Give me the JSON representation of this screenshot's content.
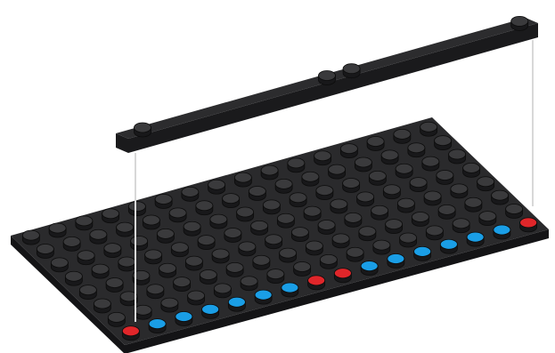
{
  "colors": {
    "background": "#ffffff",
    "plate_top": "#2a2a2c",
    "plate_side": "#141416",
    "stud_top": "#3a3a3c",
    "stud_side": "#18181a",
    "stud_outline": "#0c0c0c",
    "beam_top": "#2c2c2e",
    "beam_side": "#1a1a1c",
    "connector_line": "#d8d8d8",
    "marker_red": "#e0262a",
    "marker_blue": "#1a9ee6"
  },
  "plate": {
    "columns": 16,
    "rows": 8,
    "front_row_markers": [
      "red",
      "blue",
      "blue",
      "blue",
      "blue",
      "blue",
      "blue",
      "red",
      "red",
      "blue",
      "blue",
      "blue",
      "blue",
      "blue",
      "blue",
      "red"
    ]
  },
  "beam": {
    "studs": [
      "left-end",
      "center-1",
      "center-2",
      "right-end"
    ]
  },
  "connectors": [
    "left",
    "right"
  ]
}
